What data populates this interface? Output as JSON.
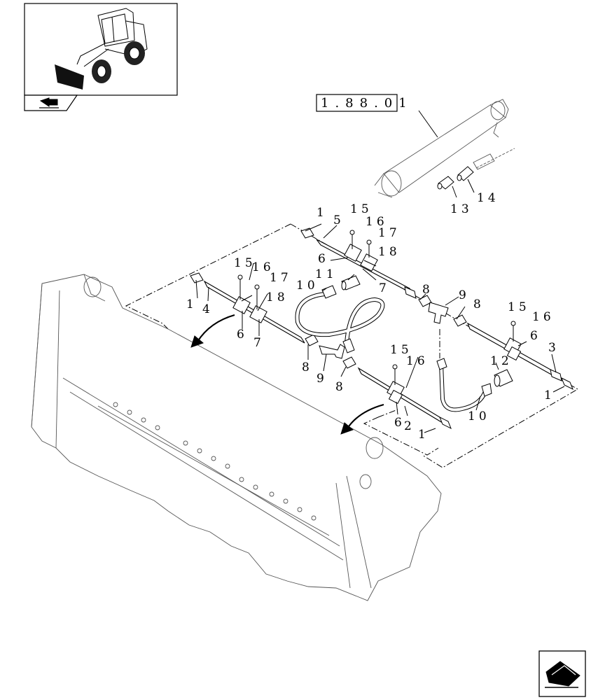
{
  "reference_box": {
    "text": "1.88.01"
  },
  "labels": [
    {
      "id": "l1a",
      "text": "1"
    },
    {
      "id": "l5a",
      "text": "5"
    },
    {
      "id": "l15a",
      "text": "15"
    },
    {
      "id": "l16a",
      "text": "16"
    },
    {
      "id": "l17a",
      "text": "17"
    },
    {
      "id": "l6a",
      "text": "6"
    },
    {
      "id": "l18a",
      "text": "18"
    },
    {
      "id": "l11",
      "text": "11"
    },
    {
      "id": "l10a",
      "text": "10"
    },
    {
      "id": "l7a",
      "text": "7"
    },
    {
      "id": "l15b",
      "text": "15"
    },
    {
      "id": "l16b",
      "text": "16"
    },
    {
      "id": "l17b",
      "text": "17"
    },
    {
      "id": "l18b",
      "text": "18"
    },
    {
      "id": "l1b",
      "text": "1"
    },
    {
      "id": "l4",
      "text": "4"
    },
    {
      "id": "l6b",
      "text": "6"
    },
    {
      "id": "l7b",
      "text": "7"
    },
    {
      "id": "l8a",
      "text": "8"
    },
    {
      "id": "l9a",
      "text": "9"
    },
    {
      "id": "l8b",
      "text": "8"
    },
    {
      "id": "l8c",
      "text": "8"
    },
    {
      "id": "l9b",
      "text": "9"
    },
    {
      "id": "l8d",
      "text": "8"
    },
    {
      "id": "l15c",
      "text": "15"
    },
    {
      "id": "l16c",
      "text": "16"
    },
    {
      "id": "l6c",
      "text": "6"
    },
    {
      "id": "l3",
      "text": "3"
    },
    {
      "id": "l1c",
      "text": "1"
    },
    {
      "id": "l15d",
      "text": "15"
    },
    {
      "id": "l16d",
      "text": "16"
    },
    {
      "id": "l12",
      "text": "12"
    },
    {
      "id": "l10b",
      "text": "10"
    },
    {
      "id": "l6d",
      "text": "6"
    },
    {
      "id": "l2",
      "text": "2"
    },
    {
      "id": "l1d",
      "text": "1"
    },
    {
      "id": "l13",
      "text": "13"
    },
    {
      "id": "l14",
      "text": "14"
    }
  ],
  "icons": {
    "thumbnail": "wheel-loader-icon",
    "nav_corner": "page-back-arrow-icon",
    "nav_next": "next-page-arrow-icon"
  }
}
